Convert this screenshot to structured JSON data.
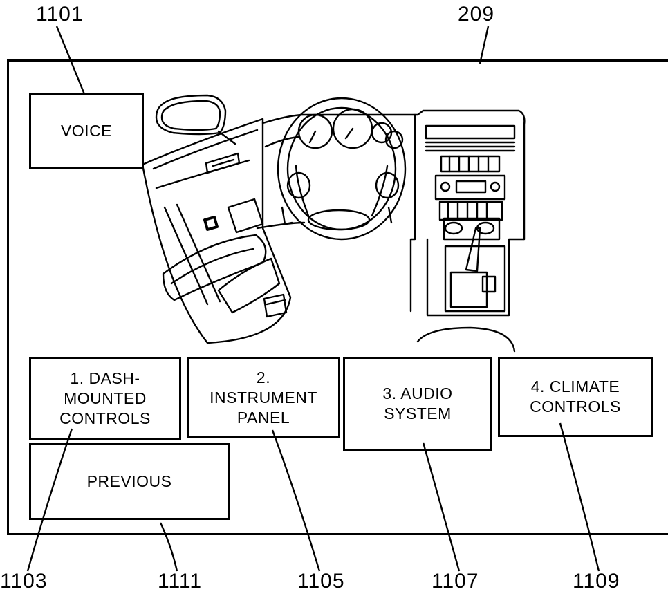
{
  "screen_ref": "209",
  "buttons": {
    "voice": {
      "ref": "1101",
      "label": "VOICE"
    },
    "dash": {
      "ref": "1103",
      "label": "1. DASH-\nMOUNTED\nCONTROLS"
    },
    "instrument": {
      "ref": "1105",
      "label": "2.\nINSTRUMENT\nPANEL"
    },
    "audio": {
      "ref": "1107",
      "label": "3. AUDIO\nSYSTEM"
    },
    "climate": {
      "ref": "1109",
      "label": "4. CLIMATE\nCONTROLS"
    },
    "previous": {
      "ref": "1111",
      "label": "PREVIOUS"
    }
  }
}
